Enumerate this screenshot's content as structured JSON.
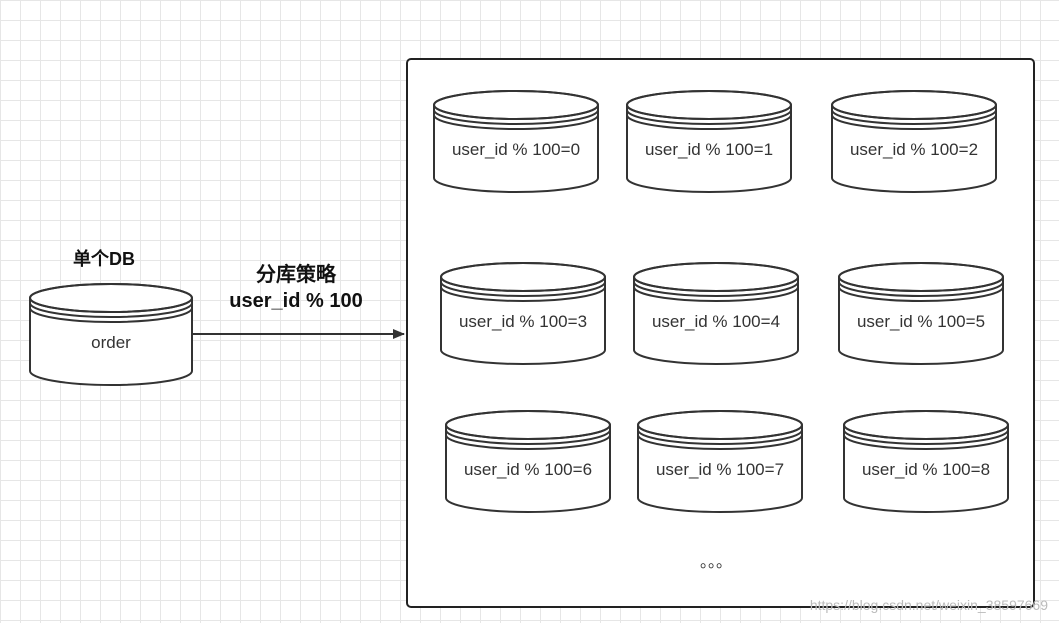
{
  "source": {
    "title": "单个DB",
    "label": "order"
  },
  "strategy": {
    "title": "分库策略",
    "rule": "user_id % 100"
  },
  "shards": [
    "user_id % 100=0",
    "user_id % 100=1",
    "user_id % 100=2",
    "user_id % 100=3",
    "user_id % 100=4",
    "user_id % 100=5",
    "user_id % 100=6",
    "user_id % 100=7",
    "user_id % 100=8"
  ],
  "ellipsis": "。。。",
  "watermark": "https://blog.csdn.net/weixin_38597669"
}
